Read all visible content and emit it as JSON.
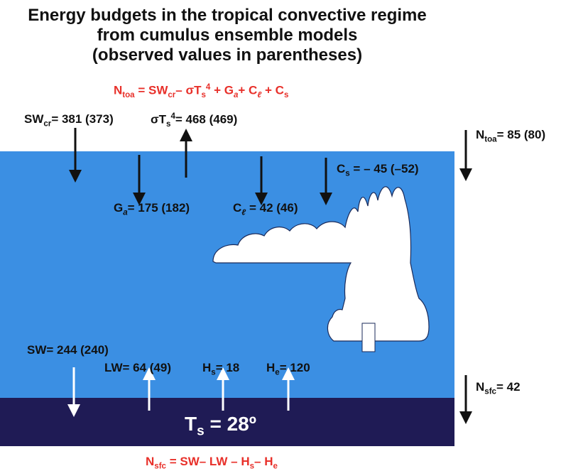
{
  "title": {
    "line1": "Energy budgets in the tropical convective regime",
    "line2": "from cumulus ensemble models",
    "line3": "(observed values in parentheses)"
  },
  "equations": {
    "top": {
      "N": "N",
      "N_sub": "toa",
      "eq1": " = SW",
      "sw_sub": "cr",
      "sigma": "– σT",
      "ts_sub": "s",
      "ts_sup": "4",
      "ga": " + G",
      "ga_sub": "a",
      "cl": "+ C",
      "cl_sub": "ℓ",
      "cs": " + C",
      "cs_sub": "s"
    },
    "bottom": {
      "N": "N",
      "N_sub": "sfc",
      "rest": " = SW– LW – H",
      "hs_sub": "s",
      "minus": "– H",
      "he_sub": "e"
    }
  },
  "labels": {
    "sw_cr": {
      "pre": "SW",
      "sub": "cr",
      "val": "= 381 (373)"
    },
    "olr": {
      "pre": "σT",
      "sub": "s",
      "sup": "4",
      "val": "= 468 (469)"
    },
    "n_toa": {
      "pre": "N",
      "sub": "toa",
      "val": "= 85 (80)"
    },
    "c_s": {
      "pre": "C",
      "sub": "s",
      "val": " = – 45 (–52)"
    },
    "g_a": {
      "pre": "G",
      "sub": "a",
      "val": "= 175 (182)"
    },
    "c_l": {
      "pre": "C",
      "sub": "ℓ",
      "val": " = 42 (46)"
    },
    "sw": {
      "val": "SW= 244 (240)"
    },
    "lw": {
      "val": "LW= 64 (49)"
    },
    "h_s": {
      "pre": "H",
      "sub": "s",
      "val": "= 18"
    },
    "h_e": {
      "pre": "H",
      "sub": "e",
      "val": "= 120"
    },
    "n_sfc": {
      "pre": "N",
      "sub": "sfc",
      "val": "= 42"
    },
    "surface_temp": {
      "pre": "T",
      "sub": "s",
      "val": " = 28º"
    }
  },
  "colors": {
    "sky": "#3b8fe3",
    "ground": "#1f1b55",
    "equation": "#e8302a",
    "arrow_dark": "#111111",
    "arrow_light": "#ffffff",
    "cloud": "#ffffff"
  }
}
